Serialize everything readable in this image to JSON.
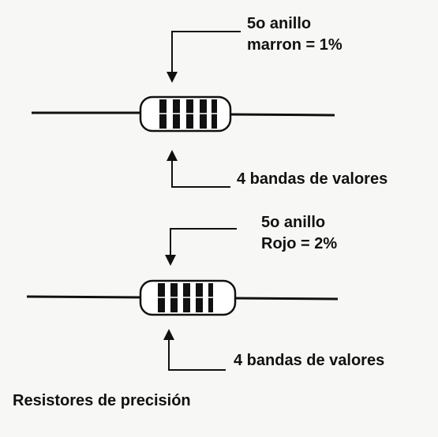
{
  "colors": {
    "ink": "#111111",
    "resistor_body": "#ffffff",
    "band": "#111111",
    "background": "#f7f7f5"
  },
  "top_resistor": {
    "fifth_ring_line1": "5o  anillo",
    "fifth_ring_line2": "marron = 1%",
    "value_bands_label": "4 bandas de valores"
  },
  "bottom_resistor": {
    "fifth_ring_line1": "5o   anillo",
    "fifth_ring_line2": "Rojo = 2%",
    "value_bands_label": "4 bandas de valores"
  },
  "caption": "Resistores de precisión"
}
